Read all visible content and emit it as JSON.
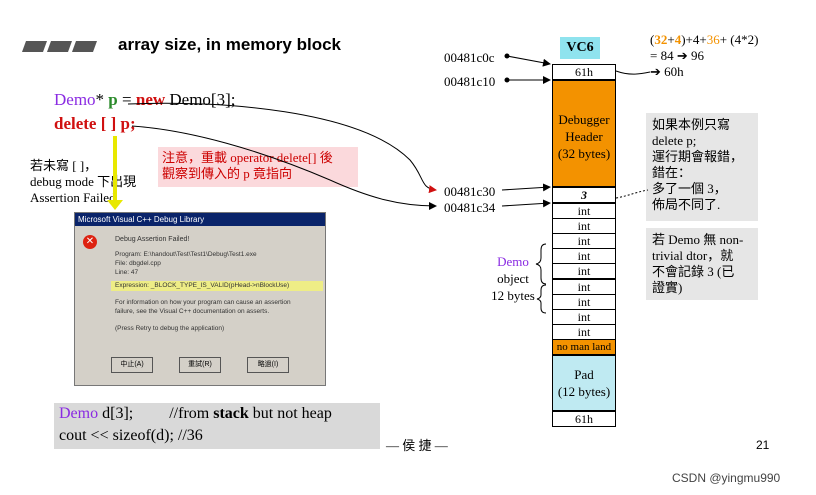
{
  "title": "array size, in memory block",
  "code_top": {
    "line1_type": "Demo",
    "line1_star": "*",
    "line1_var": "p",
    "line1_rest": " = ",
    "line1_new": "new",
    "line1_class": " Demo[3];",
    "line2_delete": "delete [ ] p;"
  },
  "left_note": [
    "若未寫 [ ]，",
    "debug mode 下出現",
    "Assertion Failed."
  ],
  "red_note": [
    "注意，重載 operator delete[] 後",
    "觀察到傳入的 p 竟指向"
  ],
  "dialog": {
    "title": "Microsoft Visual C++ Debug Library",
    "heading": "Debug Assertion Failed!",
    "lines": [
      "Program: E:\\handout\\Test\\Test1\\Debug\\Test1.exe",
      "File: dbgdel.cpp",
      "Line: 47",
      "",
      "Expression: _BLOCK_TYPE_IS_VALID(pHead->nBlockUse)",
      "",
      "For information on how your program can cause an assertion",
      "failure, see the Visual C++ documentation on asserts.",
      "",
      "(Press Retry to debug the application)"
    ],
    "buttons": [
      "中止(A)",
      "重試(R)",
      "略過(I)"
    ]
  },
  "bottom_code": {
    "line1_type": "Demo",
    "line1_rest": " d[3];",
    "line1_comment": "//from ",
    "line1_stack": "stack",
    "line1_tail": " but not heap",
    "line2": "cout << sizeof(d);  //36"
  },
  "author": "— 侯 捷 —",
  "page_number": "21",
  "watermark": "CSDN @yingmu990",
  "addresses": [
    "00481c0c",
    "00481c10",
    "00481c30",
    "00481c34"
  ],
  "vc6_label": "VC6",
  "memory": {
    "cookie_top": "61h",
    "debugger_header": [
      "Debugger",
      "Header",
      "(32 bytes)"
    ],
    "count": "3",
    "ints": [
      "int",
      "int",
      "int",
      "int",
      "int",
      "int",
      "int",
      "int",
      "int"
    ],
    "no_man_land": "no man land",
    "pad": [
      "Pad",
      "(12 bytes)"
    ],
    "cookie_bottom": "61h"
  },
  "demo_object": [
    "Demo",
    "object",
    "12 bytes"
  ],
  "calc": {
    "line1_a": "(",
    "line1_b": "32",
    "line1_c": "+",
    "line1_d": "4",
    "line1_e": ")+4+",
    "line1_f": "36",
    "line1_g": "+ (4*2)",
    "line2": "= 84 ➔ 96",
    "line3": "➔ 60h"
  },
  "note_right1": [
    "如果本例只寫",
    "delete p;",
    "運行期會報錯，",
    "錯在：",
    "多了一個 3，",
    "佈局不同了."
  ],
  "note_right2": [
    "若 Demo 無 non-",
    "trivial dtor，就",
    "不會記錄 3 (已",
    "證實)"
  ],
  "colors": {
    "orange": "#f39200",
    "cyan": "#8fe3ee",
    "pad": "#bfeaf2",
    "red_note_bg": "#fbd9dc",
    "bottom_bg": "#d9d9d9"
  }
}
